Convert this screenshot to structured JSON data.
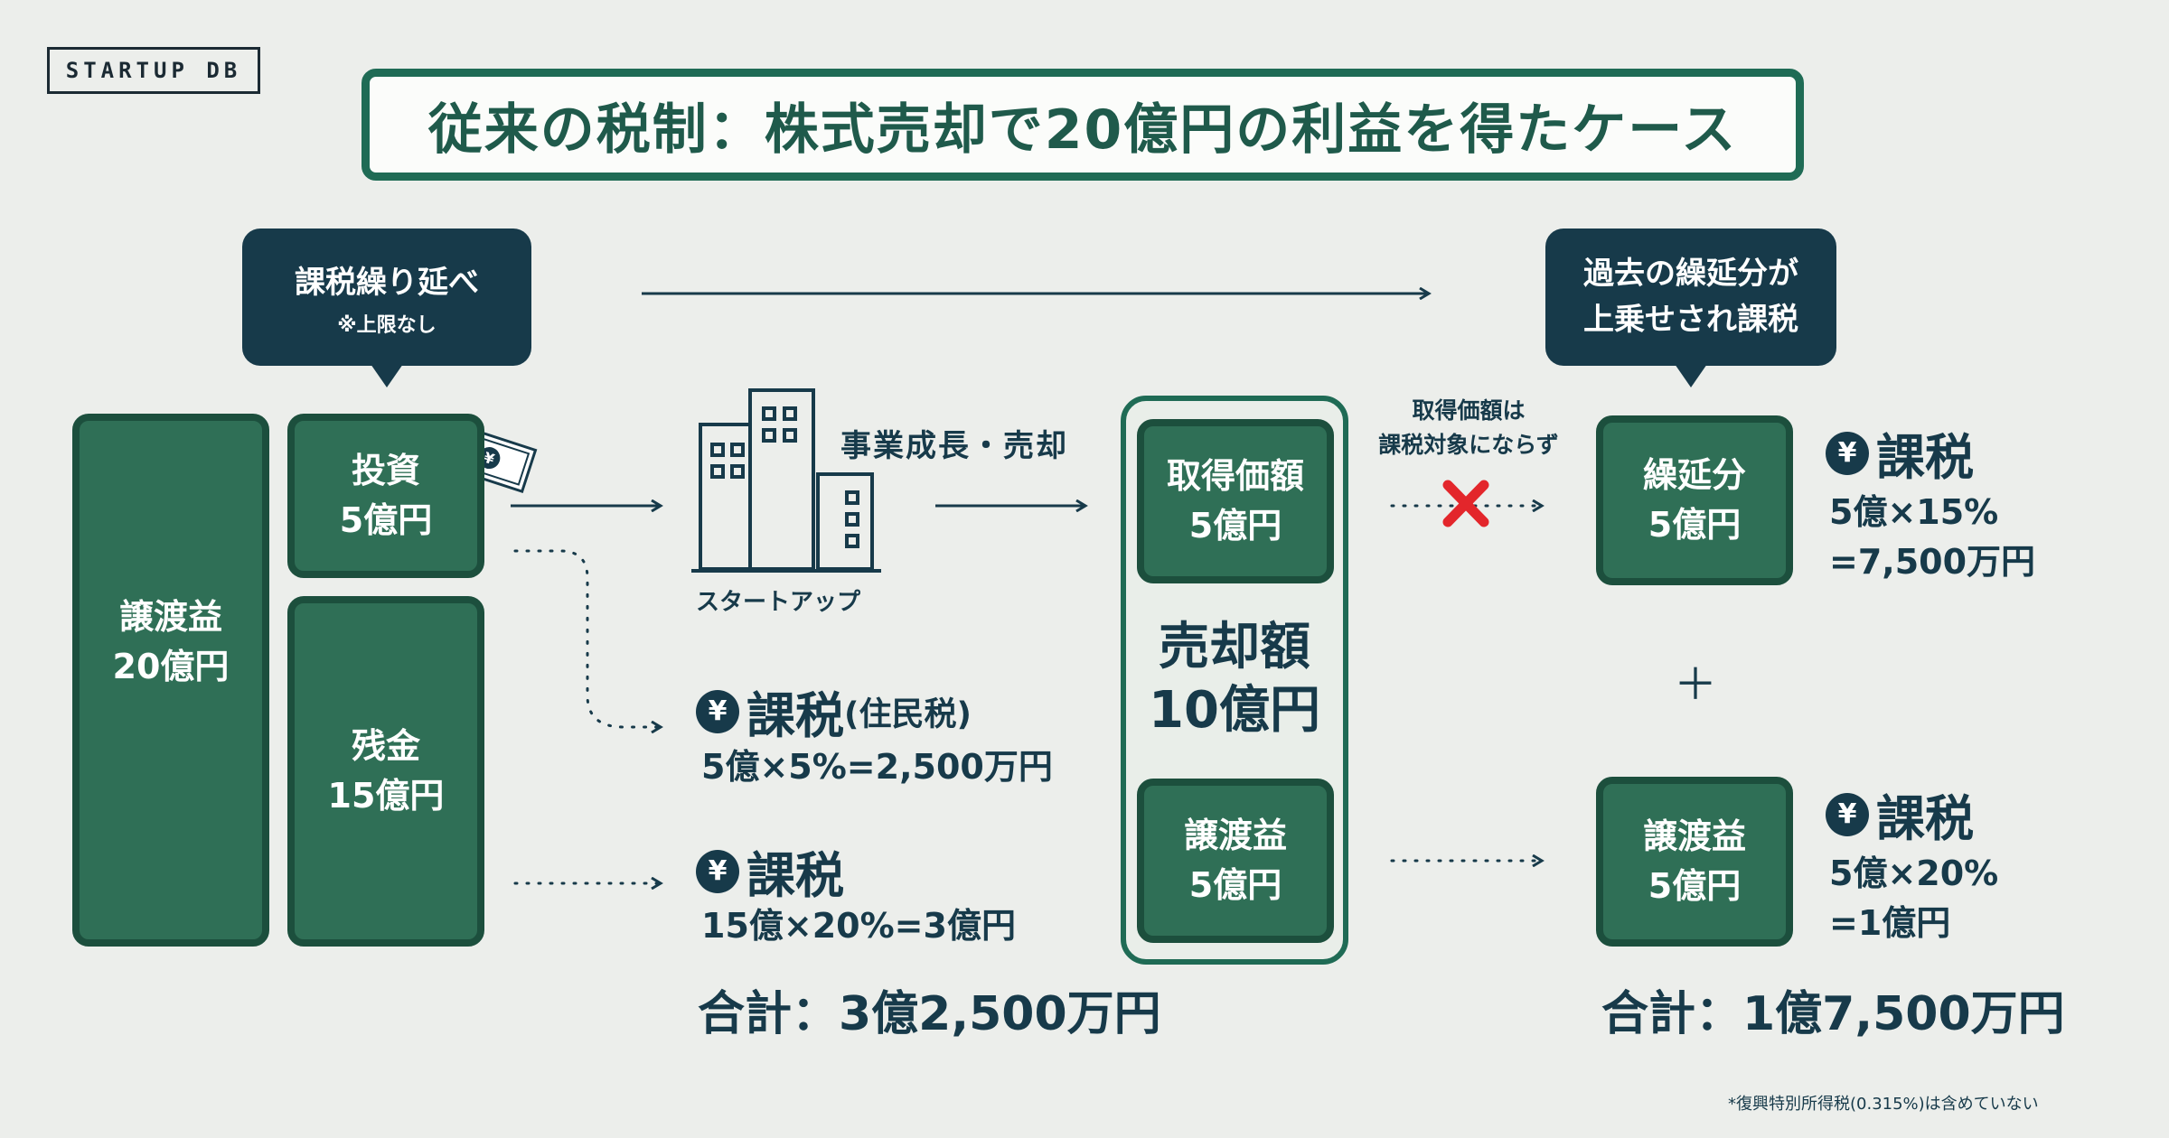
{
  "logo": "STARTUP DB",
  "title": "従来の税制：株式売却で20億円の利益を得たケース",
  "bubble_left": {
    "line1": "課税繰り延べ",
    "line2": "※上限なし"
  },
  "bubble_right": {
    "line1": "過去の繰延分が",
    "line2": "上乗せされ課税"
  },
  "box_gain": {
    "line1": "譲渡益",
    "line2": "20億円"
  },
  "box_invest": {
    "line1": "投資",
    "line2": "5億円"
  },
  "box_remain": {
    "line1": "残金",
    "line2": "15億円"
  },
  "startup_label": "スタートアップ",
  "growth_label": "事業成長・売却",
  "tax_resident": {
    "yen": "¥",
    "title": "課税",
    "sub": "(住民税)",
    "calc": "5億×5%=2,500万円"
  },
  "tax_remain": {
    "yen": "¥",
    "title": "課税",
    "calc": "15億×20%=3億円"
  },
  "total_left": "合計：3億2,500万円",
  "box_acq": {
    "line1": "取得価額",
    "line2": "5億円"
  },
  "sale_amount": {
    "line1": "売却額",
    "line2": "10億円"
  },
  "box_gain2": {
    "line1": "譲渡益",
    "line2": "5億円"
  },
  "not_taxed_note": {
    "line1": "取得価額は",
    "line2": "課税対象にならず"
  },
  "box_deferred": {
    "line1": "繰延分",
    "line2": "5億円"
  },
  "tax_deferred": {
    "yen": "¥",
    "title": "課税",
    "calc1": "5億×15%",
    "calc2": "=7,500万円"
  },
  "plus": "＋",
  "box_gain3": {
    "line1": "譲渡益",
    "line2": "5億円"
  },
  "tax_gain": {
    "yen": "¥",
    "title": "課税",
    "calc1": "5億×20%",
    "calc2": "=1億円"
  },
  "total_right": "合計：1億7,500万円",
  "footnote": "*復興特別所得税(0.315%)は含めていない",
  "colors": {
    "navy": "#173a4a",
    "green": "#2f6f56",
    "dark_green": "#1c4f3d",
    "red": "#e3262b"
  }
}
